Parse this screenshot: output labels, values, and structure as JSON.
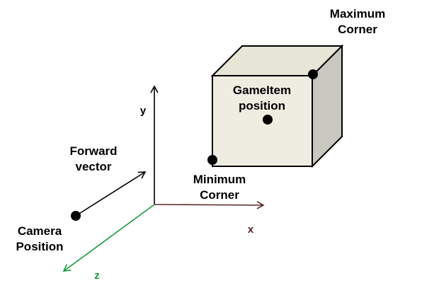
{
  "labels": {
    "max_corner_1": "Maximum",
    "max_corner_2": "Corner",
    "gameitem_1": "GameItem",
    "gameitem_2": "position",
    "min_corner_1": "Minimum",
    "min_corner_2": "Corner",
    "forward_1": "Forward",
    "forward_2": "vector",
    "camera_1": "Camera",
    "camera_2": "Position",
    "axis_x": "x",
    "axis_y": "y",
    "axis_z": "z"
  },
  "colors": {
    "cube_front": "#efede2",
    "cube_top": "#e7e5d6",
    "cube_side": "#c9c8bf",
    "cube_edge": "#000000",
    "axis_y": "#000000",
    "axis_x": "#5b2a2a",
    "axis_z": "#1a9a3a",
    "axis_x_label": "#5b2020",
    "axis_z_label": "#1a9a3a",
    "dots": "#000000"
  }
}
